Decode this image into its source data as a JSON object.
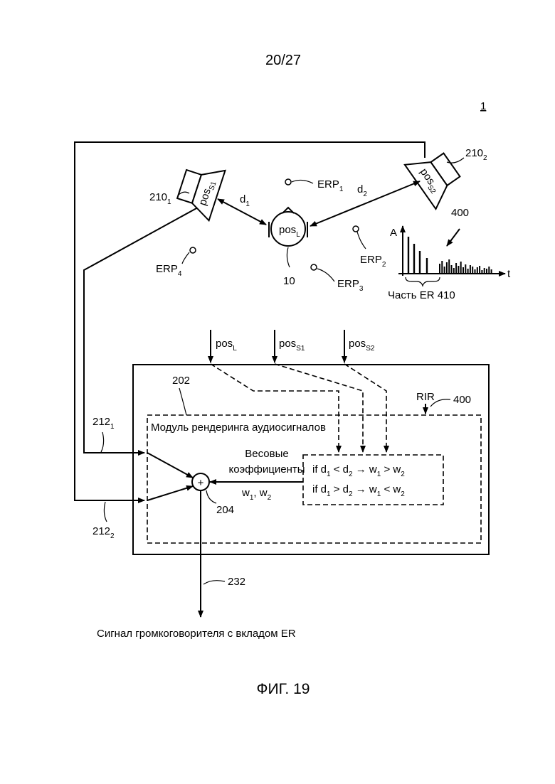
{
  "page_number": "20/27",
  "figure_ref": "1",
  "figure_caption": "ФИГ. 19",
  "speakers": [
    {
      "ref": "210",
      "ref_sub": "1",
      "label": "pos",
      "label_sub": "S1"
    },
    {
      "ref": "210",
      "ref_sub": "2",
      "label": "pos",
      "label_sub": "S2"
    }
  ],
  "listener": {
    "label": "pos",
    "label_sub": "L",
    "ref": "10"
  },
  "distances": [
    {
      "label": "d",
      "sub": "1"
    },
    {
      "label": "d",
      "sub": "2"
    }
  ],
  "erps": [
    {
      "label": "ERP",
      "sub": "1"
    },
    {
      "label": "ERP",
      "sub": "2"
    },
    {
      "label": "ERP",
      "sub": "3"
    },
    {
      "label": "ERP",
      "sub": "4"
    }
  ],
  "rir_plot": {
    "ref": "400",
    "y_axis": "A",
    "x_axis": "t",
    "er_label": "Часть ER 410"
  },
  "inputs": [
    {
      "label": "pos",
      "sub": "L"
    },
    {
      "label": "pos",
      "sub": "S1"
    },
    {
      "label": "pos",
      "sub": "S2"
    }
  ],
  "rir": {
    "label": "RIR",
    "ref": "400"
  },
  "module": {
    "ref": "202",
    "title": "Модуль рендеринга аудиосигналов"
  },
  "weights": {
    "caption_line1": "Весовые",
    "caption_line2": "коэффициенты",
    "w_label": "w",
    "w_sub1": "1",
    "w_sep": ", ",
    "w_sub2": "2"
  },
  "rules": [
    {
      "if": "if d",
      "s1": "1",
      "op": " < d",
      "s2": "2",
      "arrow": " → w",
      "s3": "1",
      "op2": " > w",
      "s4": "2"
    },
    {
      "if": "if d",
      "s1": "1",
      "op": " > d",
      "s2": "2",
      "arrow": " → w",
      "s3": "1",
      "op2": " < w",
      "s4": "2"
    }
  ],
  "adder": {
    "symbol": "+",
    "ref": "204"
  },
  "signals": [
    {
      "ref": "212",
      "sub": "1"
    },
    {
      "ref": "212",
      "sub": "2"
    }
  ],
  "output": {
    "ref": "232",
    "label": "Сигнал громкоговорителя с вкладом ER"
  }
}
